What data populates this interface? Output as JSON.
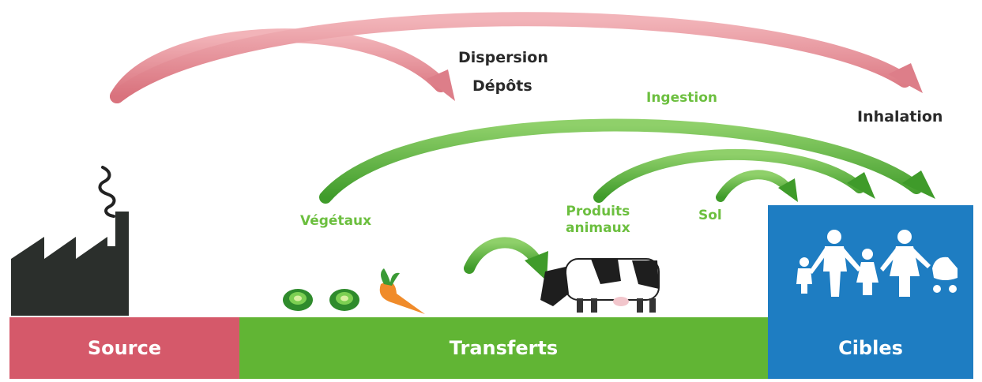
{
  "labels": {
    "dispersion": "Dispersion",
    "depots": "Dépôts",
    "ingestion": "Ingestion",
    "inhalation": "Inhalation",
    "vegetaux": "Végétaux",
    "produits_line1": "Produits",
    "produits_line2": "animaux",
    "sol": "Sol"
  },
  "bars": {
    "source": "Source",
    "transferts": "Transferts",
    "cibles": "Cibles"
  },
  "colors": {
    "source": "#d5596a",
    "transferts": "#61b534",
    "cibles": "#1e7dc2",
    "red_arrow": "#e08a93",
    "green_arrow": "#4fae36",
    "text_dark": "#2a2a2a",
    "text_green": "#6cbf3f"
  },
  "icons": [
    "factory-icon",
    "smoke-icon",
    "cabbage-icon",
    "carrot-icon",
    "cow-icon",
    "family-icon",
    "stroller-icon"
  ]
}
